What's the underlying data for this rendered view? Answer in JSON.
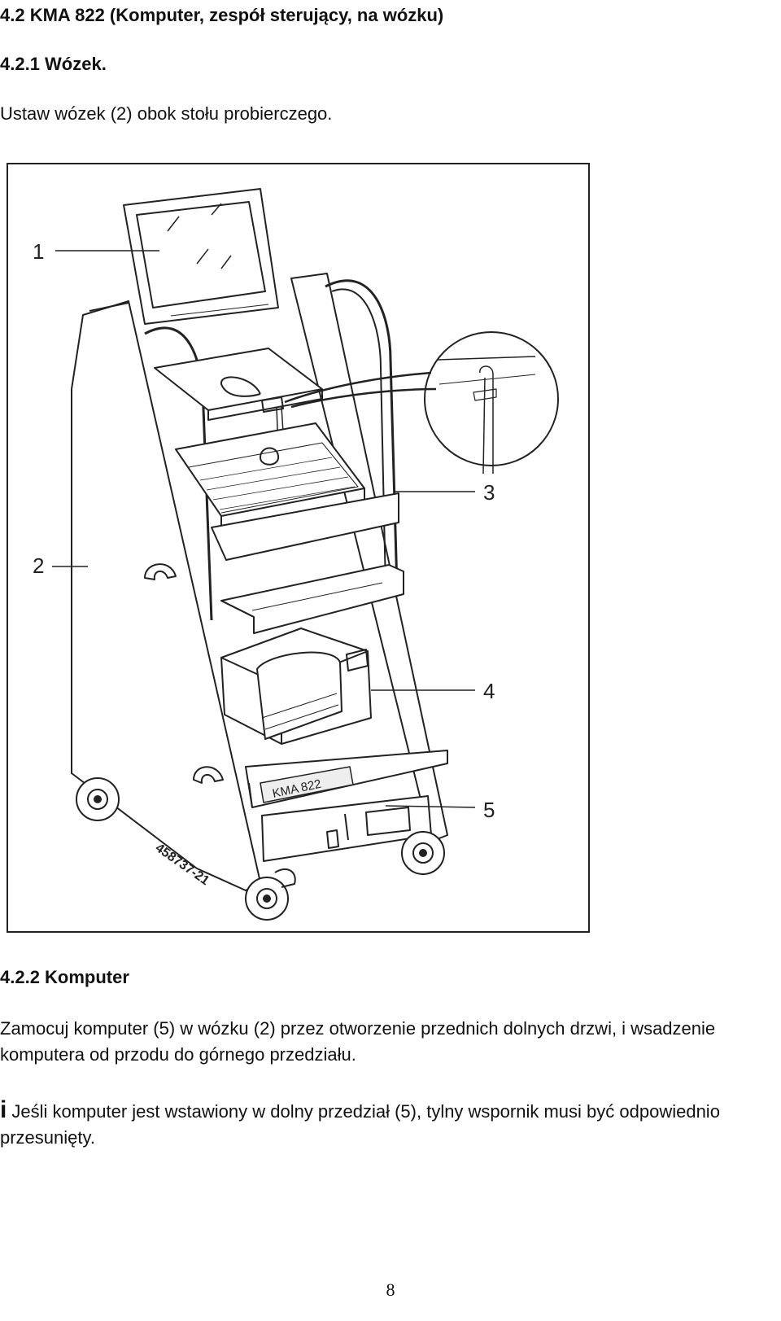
{
  "section_title": "4.2 KMA 822 (Komputer, zespół sterujący, na wózku)",
  "subsection_trolley": {
    "title": "4.2.1 Wózek.",
    "text": "Ustaw wózek (2) obok stołu probierczego."
  },
  "figure": {
    "callouts": [
      "1",
      "2",
      "3",
      "4",
      "5"
    ],
    "drawing_code": "458737-21",
    "nameplate": "KMA 822"
  },
  "subsection_computer": {
    "title": "4.2.2 Komputer",
    "text": "Zamocuj komputer (5) w wózku (2) przez otworzenie przednich dolnych drzwi, i wsadzenie komputera od przodu do górnego przedziału."
  },
  "note": {
    "icon": "info-icon",
    "marker": "i",
    "text": "Jeśli komputer jest wstawiony w dolny przedział (5), tylny wspornik musi być odpowiednio przesunięty."
  },
  "page_number": "8"
}
